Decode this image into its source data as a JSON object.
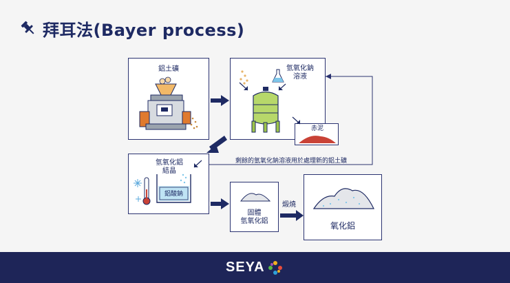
{
  "title": "拜耳法(Bayer process)",
  "steps": {
    "bauxite": "鋁土礦",
    "naoh_solution": "氫氧化鈉\n溶液",
    "red_mud": "赤泥",
    "crystal": "氫氧化鋁\n結晶",
    "sodium_aluminate": "鋁酸鈉",
    "solid_hydroxide": "固體\n氫氧化鋁",
    "calcine": "煅燒",
    "alumina": "氧化鋁",
    "recycle_note": "剩餘的氫氧化鈉溶液用於處理新的鋁土礦"
  },
  "footer": {
    "brand": "SEYA"
  },
  "colors": {
    "navy": "#1e2a63",
    "footer": "#1e2558",
    "accent_orange": "#e88a2a",
    "mud_red": "#c94236",
    "tank_green": "#b7d86a"
  }
}
